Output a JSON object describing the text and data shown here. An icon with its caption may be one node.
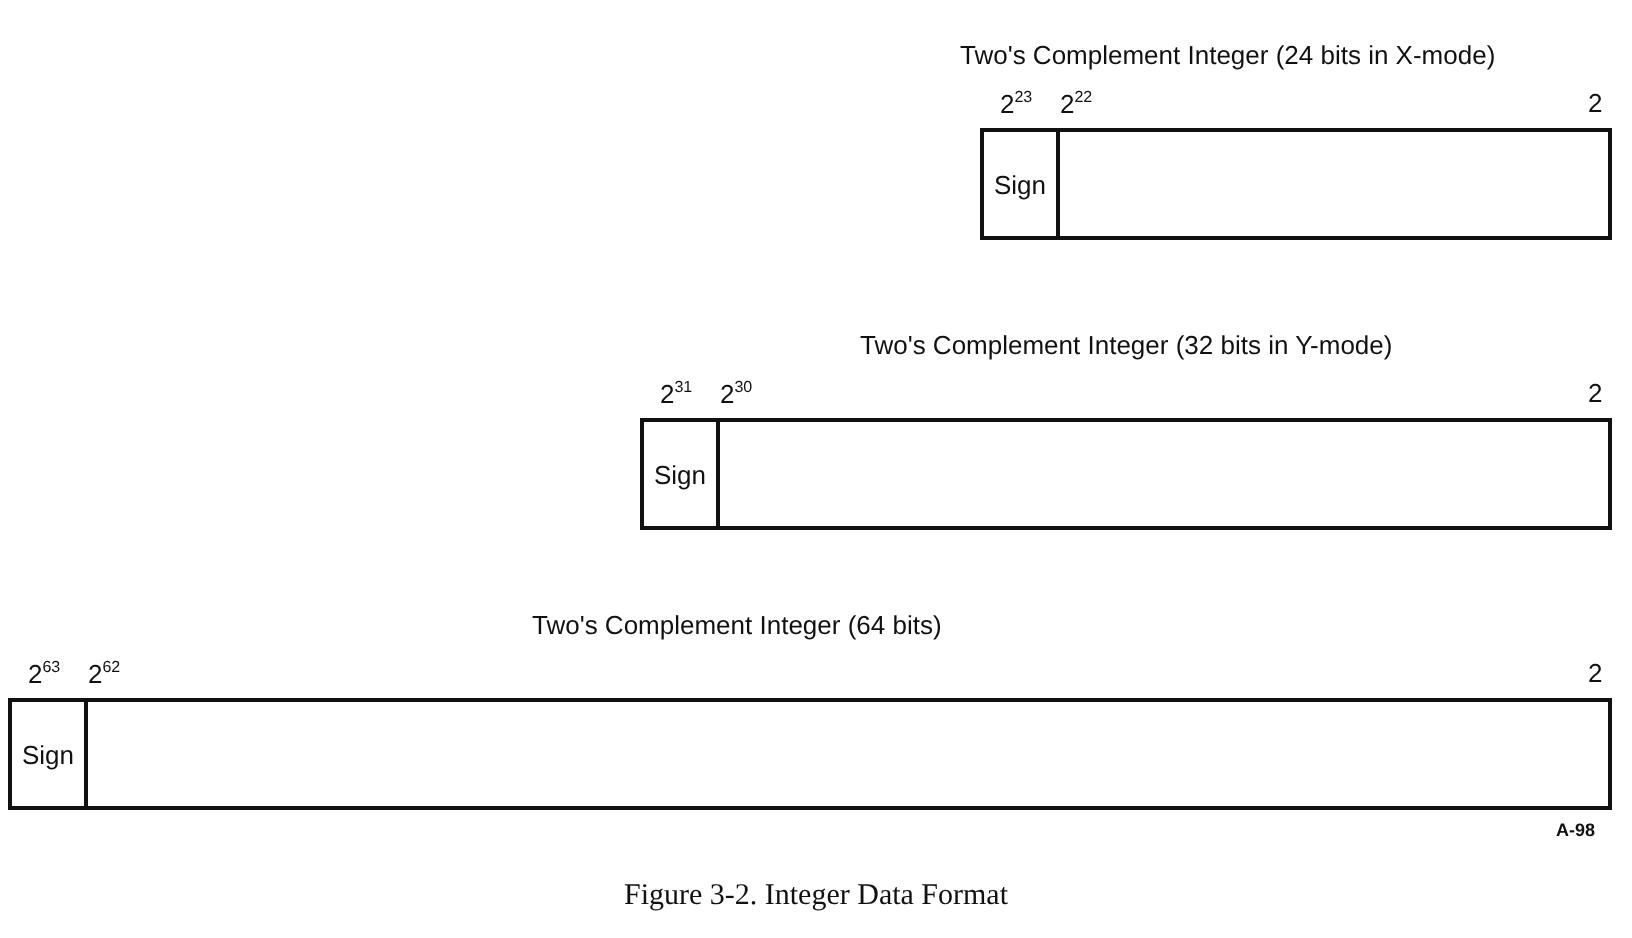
{
  "diagram": {
    "caption": "Figure 3-2. Integer Data Format",
    "nodes": [
      {
        "text": [
          "Two's Complement Integer (24 bits in X-mode)"
        ]
      },
      {
        "text": [
          "Sign"
        ],
        "in": 0
      },
      {
        "text": [
          "Two's Complement Integer (32 bits in Y-mode)"
        ]
      },
      {
        "text": [
          "Sign"
        ],
        "in": 2
      },
      {
        "text": [
          "Two's Complement Integer (64 bits)"
        ]
      },
      {
        "text": [
          "Sign"
        ],
        "in": 4
      }
    ],
    "labels": [
      "2$^{23}$",
      "2$^{22}$",
      "2",
      "2$^{31}$",
      "2$^{30}$",
      "2",
      "2$^{63}$",
      "2$^{62}$",
      "2",
      "A-98"
    ]
  }
}
